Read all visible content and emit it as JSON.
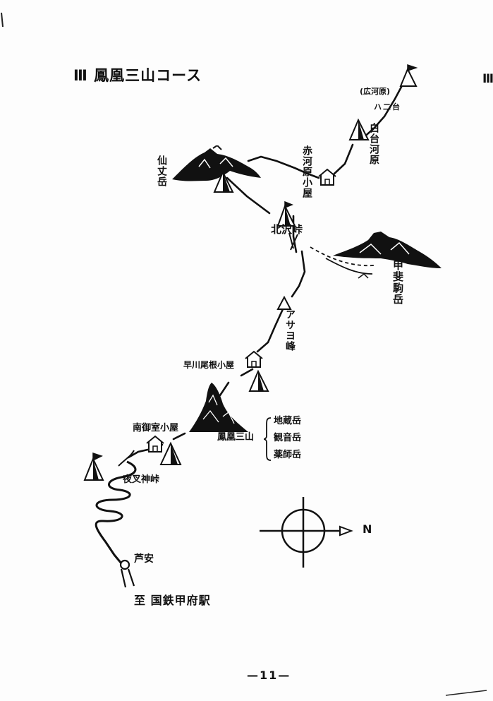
{
  "title": "Ⅲ 鳳凰三山コース",
  "edge_mark": "Ⅲ",
  "places": {
    "hirogawara": "(広河原)",
    "shirane_oike": "ハ二台",
    "shirakawara": "白台河原",
    "hirokawara_hut": "赤河原小屋",
    "senjogatake": "仙丈岳",
    "kitazawa_toge": "北沢峠",
    "kaikomagatake": "甲斐駒岳",
    "asayo_mine": "アサヨ峰",
    "hayakawa_hut": "早川尾根小屋",
    "minami_oshi_hut": "南御室小屋",
    "hoo_sanzan": "鳳凰三山",
    "jizo": "地蔵岳",
    "kannon": "観音岳",
    "yakushi": "薬師岳",
    "yasha_toge": "夜叉神峠",
    "ashiyasu": "芦安",
    "destination": "至 国鉄甲府駅"
  },
  "compass": {
    "north_label": "N"
  },
  "page_number": "—11—",
  "colors": {
    "ink": "#111111",
    "paper": "#fdfdfd"
  }
}
